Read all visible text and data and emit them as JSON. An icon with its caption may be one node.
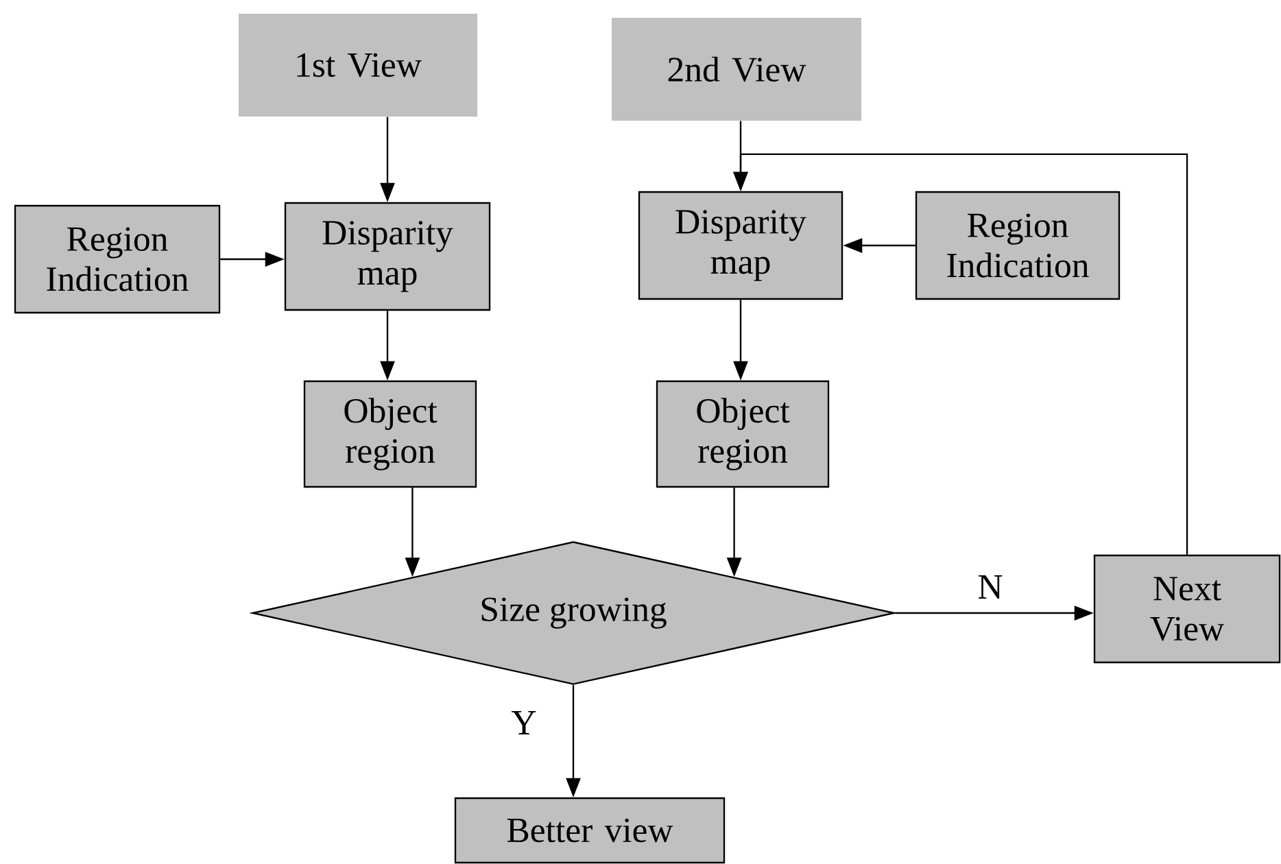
{
  "diagram": {
    "nodes": [
      {
        "text": [
          "1st View"
        ]
      },
      {
        "text": [
          "2nd View"
        ]
      },
      {
        "text": [
          "Region Indication"
        ]
      },
      {
        "text": [
          "Disparity map"
        ]
      },
      {
        "text": [
          "Disparity map"
        ]
      },
      {
        "text": [
          "Region Indication"
        ]
      },
      {
        "text": [
          "Object region"
        ]
      },
      {
        "text": [
          "Object region"
        ]
      },
      {
        "text": [
          "Size growing"
        ]
      },
      {
        "text": [
          "Next View"
        ]
      },
      {
        "text": [
          "Better view"
        ]
      }
    ],
    "edges": [
      {
        "from": 0,
        "to": 3,
        "arrow": "to"
      },
      {
        "from": 2,
        "to": 3,
        "arrow": "to"
      },
      {
        "from": 1,
        "to": 4,
        "arrow": "to"
      },
      {
        "from": 5,
        "to": 4,
        "arrow": "to"
      },
      {
        "from": 3,
        "to": 6,
        "arrow": "to"
      },
      {
        "from": 4,
        "to": 7,
        "arrow": "to"
      },
      {
        "from": 6,
        "to": 8,
        "arrow": "to"
      },
      {
        "from": 7,
        "to": 8,
        "arrow": "to"
      },
      {
        "from": 8,
        "to": 9,
        "label": "N",
        "arrow": "to"
      },
      {
        "from": 8,
        "to": 10,
        "label": "Y",
        "arrow": "to"
      },
      {
        "from": 9,
        "to": 4,
        "arrow": "to"
      }
    ]
  }
}
